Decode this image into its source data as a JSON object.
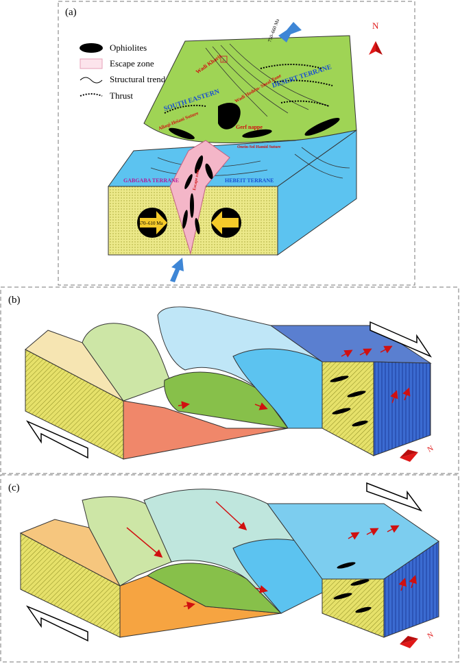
{
  "panels": {
    "a": {
      "label": "(a)",
      "legend": {
        "ophiolites": "Ophiolites",
        "escape_zone": "Escape zone",
        "structural_trends": "Structural trends",
        "thrust": "Thrust"
      },
      "age_top": "750–660 Ma",
      "age_front": "670–610 Ma",
      "north": "N",
      "site_marker": "a",
      "terranes": {
        "desert": "DESERT TERRANE",
        "south_eastern": "SOUTH EASTERN",
        "gabgaba": "GABGABA TERRANE",
        "hebeit": "HEBEIT TERRANE"
      },
      "sutures": {
        "wadi_kharit": "Wadi Kharit",
        "wadi_hodein": "Wadi Hodein- Sheal Zone",
        "allaqi": "Allaqi-Heiani Suture",
        "gerf": "Gerf nappe",
        "onein": "Onein-Sol Hamid Suture",
        "escape": "Escape zone"
      }
    },
    "b": {
      "label": "(b)",
      "north": "N"
    },
    "c": {
      "label": "(c)",
      "north": "N"
    }
  },
  "colors": {
    "green_top": "#9fd455",
    "blue_layer": "#5cc3f0",
    "yellow_base": "#e8e46a",
    "pink_escape": "#f4b6c8",
    "arrow_blue": "#3e86d6",
    "salmon": "#f0876a",
    "pale_green": "#cde6a6",
    "mid_green": "#87c04a",
    "pale_blue": "#bfe6f7",
    "dark_blue": "#3f5fbf",
    "orange": "#f6a441",
    "red": "#d01010"
  }
}
